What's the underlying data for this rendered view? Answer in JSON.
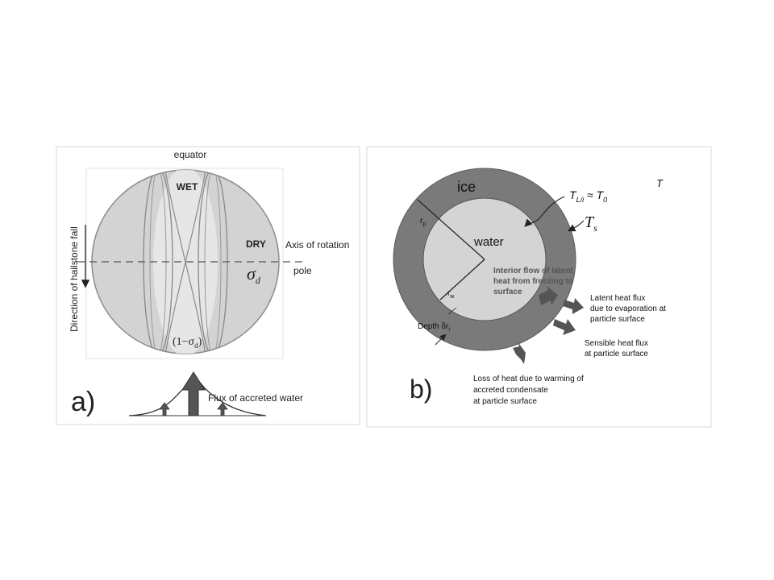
{
  "panel_a": {
    "label": "a)",
    "equator": "equator",
    "wet": "WET",
    "dry": "DRY",
    "axis_of_rotation": "Axis of rotation",
    "pole": "pole",
    "direction_label": "Direction of hailstone fall",
    "sigma_d": "σ",
    "sigma_d_sub": "d",
    "one_minus_sigma_open": "(1−σ",
    "one_minus_sigma_sub": "d",
    "one_minus_sigma_close": ")",
    "flux_label": "Flux of accreted water"
  },
  "panel_b": {
    "label": "b)",
    "ice": "ice",
    "water": "water",
    "T": "T",
    "T_li_base": "T",
    "T_li_sub": "L/i",
    "T_li_rest": " ≈ T",
    "T_li_zero": "0",
    "T_s_base": "T",
    "T_s_sub": "s",
    "r_p_base": "r",
    "r_p_sub": "p",
    "r_w_base": "r",
    "r_w_sub": "w",
    "depth": "Depth δr",
    "depth_sub": "i",
    "interior_flow": [
      "Interior flow of latent",
      "heat from freezing to",
      "surface"
    ],
    "latent_flux": [
      "Latent heat flux",
      "due to evaporation at",
      "particle surface"
    ],
    "sensible_flux": [
      "Sensible heat flux",
      "at particle surface"
    ],
    "loss_heat": [
      "Loss of heat due to warming of",
      "accreted condensate",
      "at particle surface"
    ]
  },
  "colors": {
    "panel_border": "#d8d8d8",
    "sphere_fill": "#d3d3d3",
    "wet_band": "#e6e6e6",
    "ice_ring": "#7a7a7a",
    "water_core": "#d4d4d4",
    "arrow": "#555555",
    "text": "#222222"
  }
}
